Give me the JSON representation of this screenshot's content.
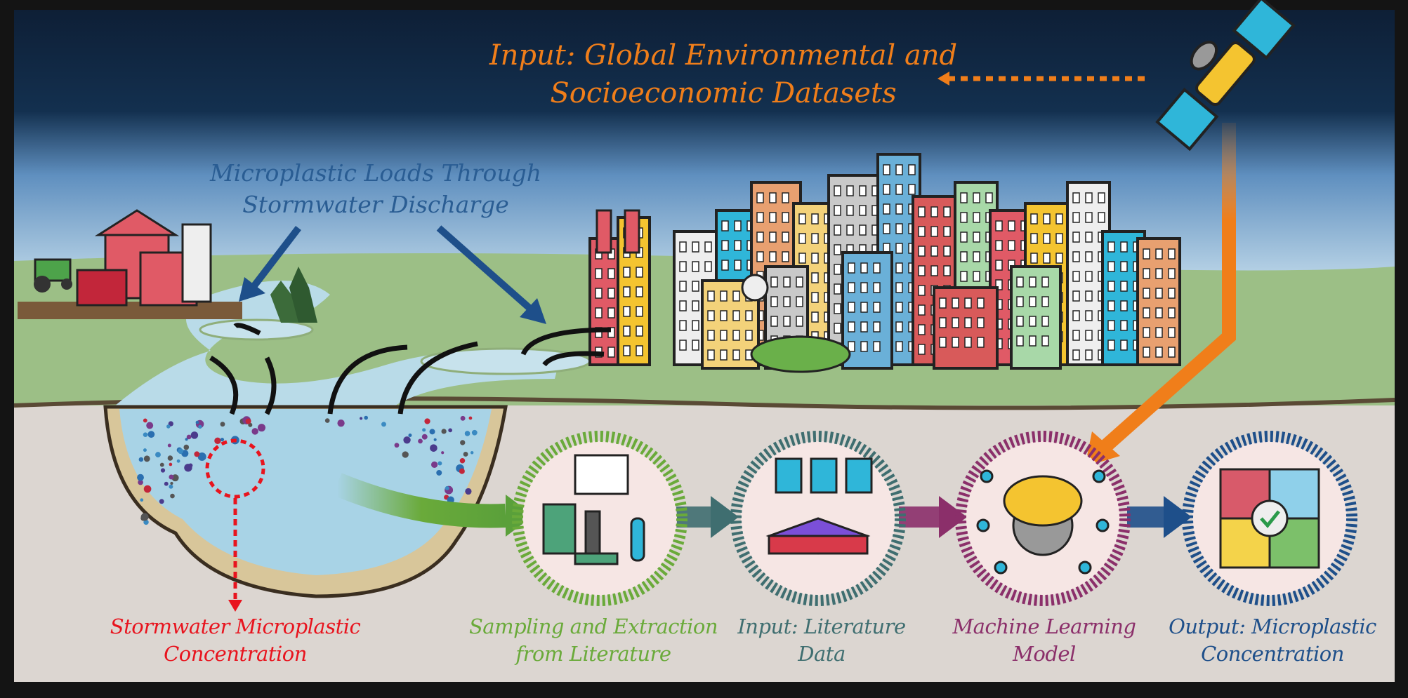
{
  "title": {
    "line1": "Input: Global Environmental and",
    "line2": "Socioeconomic Datasets",
    "color": "#f07e1a"
  },
  "discharge_label": {
    "line1": "Microplastic Loads Through",
    "line2": "Stormwater Discharge",
    "color": "#2a5d93"
  },
  "stages": [
    {
      "line1": "Stormwater Microplastic",
      "line2": "Concentration",
      "color": "#e8141e",
      "icon": "dotted-circle-icon"
    },
    {
      "line1": "Sampling and Extraction",
      "line2": "from Literature",
      "color": "#6aaa3a",
      "icon": "microscope-lab-icon"
    },
    {
      "line1": "Input: Literature",
      "line2": "Data",
      "color": "#3f6e70",
      "icon": "documents-database-icon"
    },
    {
      "line1": "Machine Learning",
      "line2": "Model",
      "color": "#8b2f6a",
      "icon": "brain-gear-icon"
    },
    {
      "line1": "Output: Microplastic",
      "line2": "Concentration",
      "color": "#1e4f8a",
      "icon": "puzzle-check-icon"
    }
  ]
}
